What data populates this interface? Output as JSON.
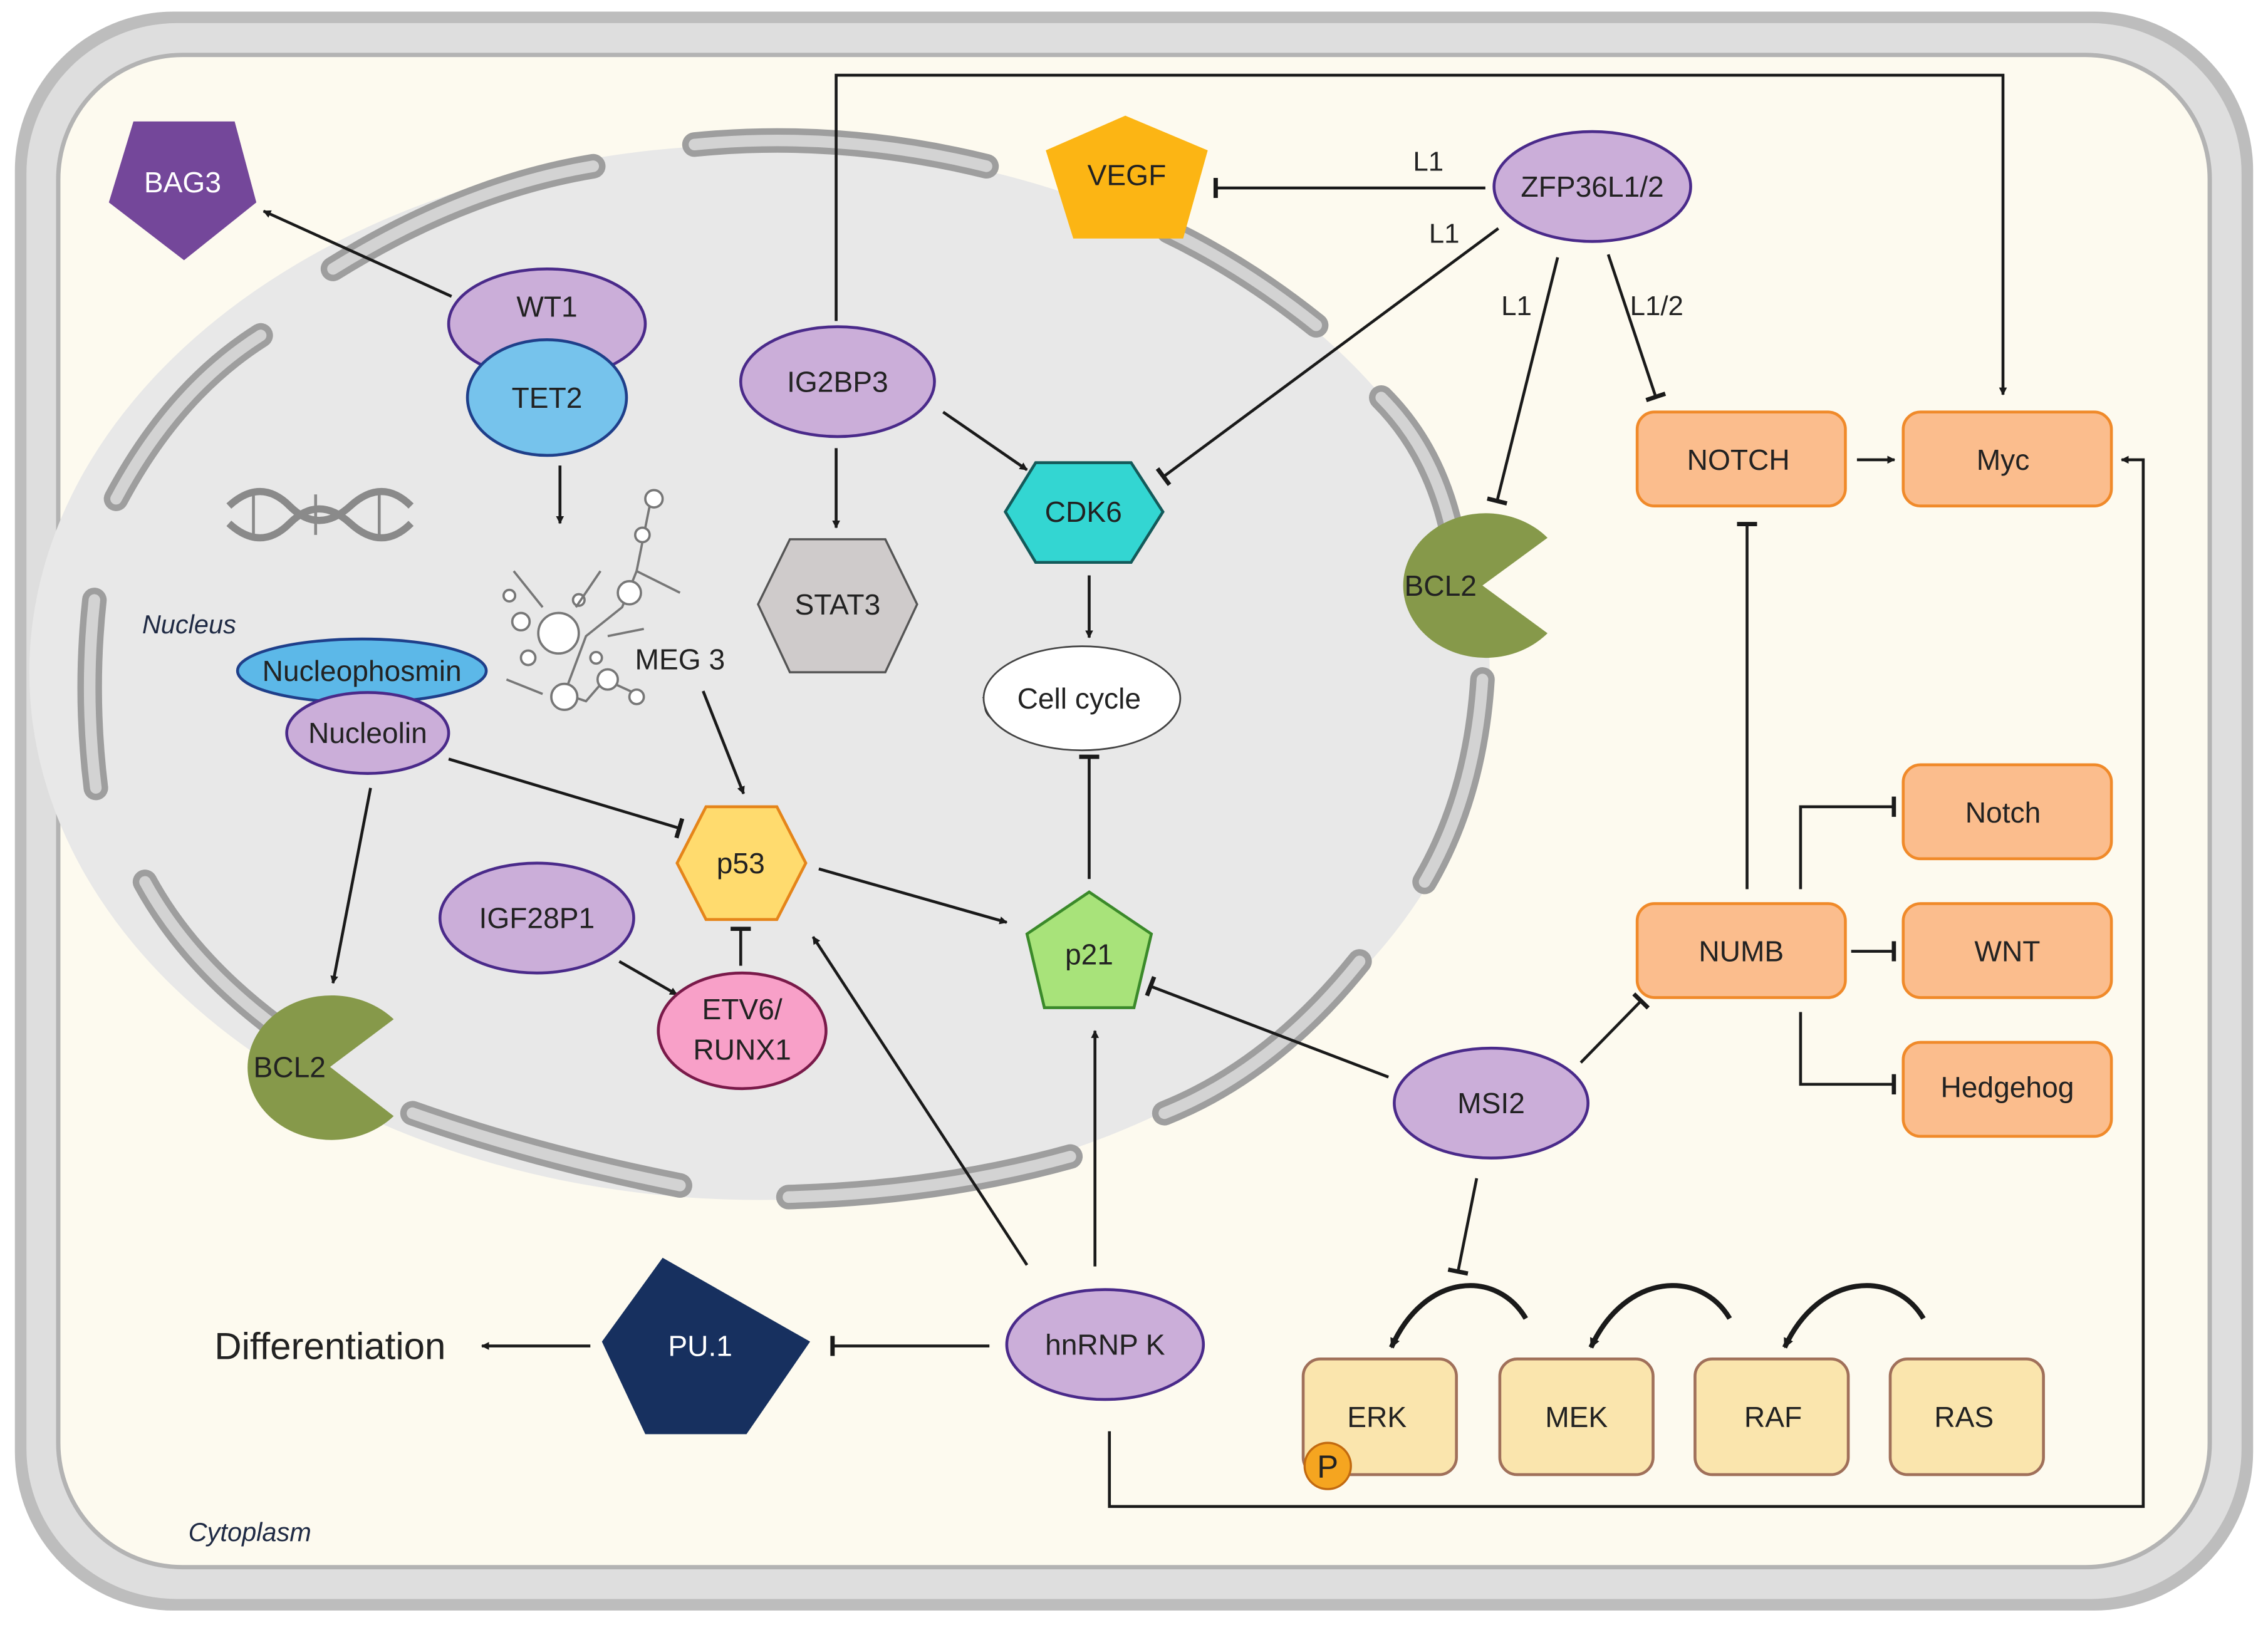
{
  "colors": {
    "cell_fill": "#fdfaef",
    "cell_border": "#c9c9c9",
    "nucleus_fill": "#e8e8e8",
    "envelope": "#bdbdbd",
    "purple": "#cbaed9",
    "purple_stroke": "#4a2a8a",
    "orange": "#fbbd8d",
    "orange_stroke": "#f08a2a",
    "tan": "#fae5ad",
    "tan_stroke": "#a0705a",
    "green": "#86994a",
    "dark_purple": "#74479a",
    "gold": "#fcb514",
    "navy": "#17305f",
    "teal": "#33d6d2",
    "gray_hex": "#cfcbcb",
    "p53_fill": "#ffdb6e",
    "p21_fill": "#a8e37a",
    "pink": "#f8a0c8",
    "blue_ellipse": "#76c3ec",
    "nucleophosmin": "#5cb8e8",
    "phospho": "#f5a520"
  },
  "regions": {
    "nucleus": "Nucleus",
    "cytoplasm": "Cytoplasm"
  },
  "nodes": {
    "bag3": "BAG3",
    "wt1": "WT1",
    "tet2": "TET2",
    "ig2bp3": "IG2BP3",
    "stat3": "STAT3",
    "vegf": "VEGF",
    "zfp36": "ZFP36L1/2",
    "cdk6": "CDK6",
    "cell_cycle": "Cell cycle",
    "bcl2_membrane": "BCL2",
    "bcl2_lower": "BCL2",
    "notch_upper": "NOTCH",
    "myc": "Myc",
    "nucleophosmin": "Nucleophosmin",
    "nucleolin": "Nucleolin",
    "meg3": "MEG 3",
    "p53": "p53",
    "p21": "p21",
    "igf28p1": "IGF28P1",
    "etv6_line1": "ETV6/",
    "etv6_line2": "RUNX1",
    "numb": "NUMB",
    "notch_lower": "Notch",
    "wnt": "WNT",
    "hedgehog": "Hedgehog",
    "msi2": "MSI2",
    "hnrnpk": "hnRNP K",
    "pu1": "PU.1",
    "differentiation": "Differentiation",
    "erk": "ERK",
    "mek": "MEK",
    "raf": "RAF",
    "ras": "RAS",
    "phospho": "P"
  },
  "edge_labels": {
    "vegf": "L1",
    "cdk6": "L1",
    "bcl2": "L1",
    "notch": "L1/2"
  }
}
